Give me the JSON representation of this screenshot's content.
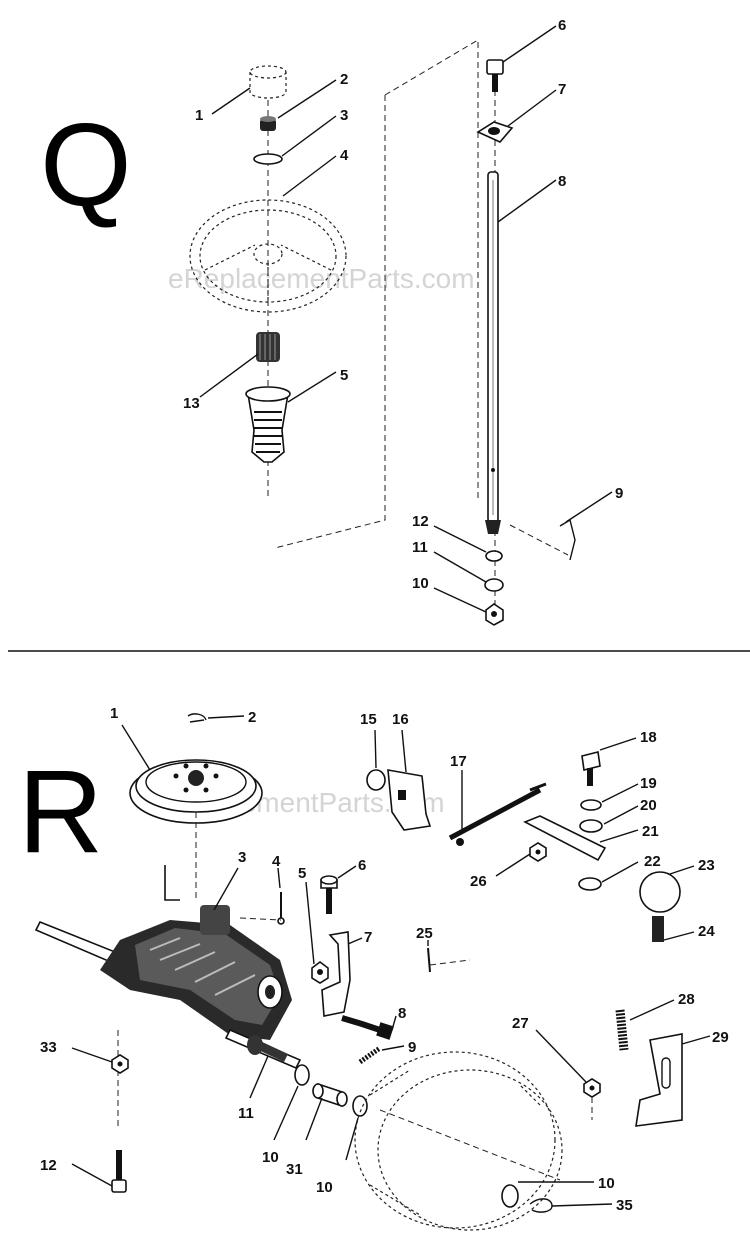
{
  "sections": [
    {
      "letter": "Q",
      "watermark": "eReplacementParts.com",
      "callouts": [
        "1",
        "2",
        "3",
        "4",
        "13",
        "5",
        "6",
        "7",
        "8",
        "9",
        "12",
        "11",
        "10"
      ]
    },
    {
      "letter": "R",
      "watermark": "eReplacementParts.com",
      "callouts": [
        "1",
        "2",
        "3",
        "4",
        "5",
        "6",
        "7",
        "8",
        "9",
        "10",
        "11",
        "12",
        "15",
        "16",
        "17",
        "18",
        "19",
        "20",
        "21",
        "22",
        "23",
        "24",
        "25",
        "26",
        "27",
        "28",
        "29",
        "31",
        "33",
        "10",
        "10",
        "35"
      ]
    }
  ],
  "colors": {
    "ink": "#111111",
    "watermark": "#d4d4d4",
    "background": "#ffffff"
  }
}
